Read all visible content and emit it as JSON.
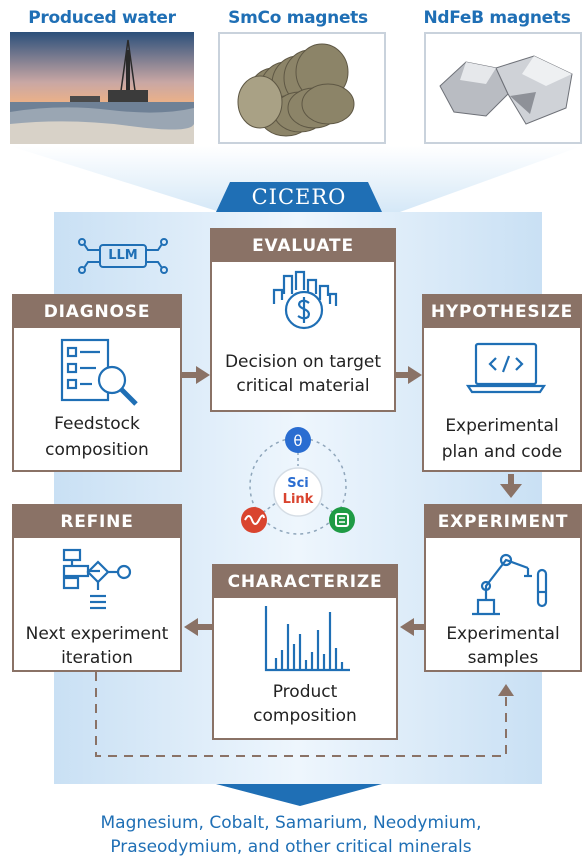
{
  "sources": {
    "produced_water": "Produced water",
    "smco": "SmCo magnets",
    "ndfeb": "NdFeB magnets"
  },
  "framework": {
    "title": "CICERO",
    "llm_label": "LLM"
  },
  "cards": {
    "evaluate": {
      "title": "EVALUATE",
      "line1": "Decision on target",
      "line2": "critical material",
      "icon": "dollar-city-icon"
    },
    "diagnose": {
      "title": "DIAGNOSE",
      "line1": "Feedstock",
      "line2": "composition",
      "icon": "document-search-icon"
    },
    "hypothesize": {
      "title": "HYPOTHESIZE",
      "line1": "Experimental",
      "line2": "plan and code",
      "icon": "laptop-code-icon"
    },
    "experiment": {
      "title": "EXPERIMENT",
      "line1": "Experimental",
      "line2": "samples",
      "icon": "robot-arm-icon"
    },
    "refine": {
      "title": "REFINE",
      "line1": "Next experiment",
      "line2": "iteration",
      "icon": "flowchart-icon"
    },
    "characterize": {
      "title": "CHARACTERIZE",
      "line1": "Product",
      "line2": "composition",
      "icon": "spectrum-icon"
    }
  },
  "scilink": {
    "line1": "Sci",
    "line2": "Link",
    "top_symbol": "θ"
  },
  "output": {
    "line1": "Magnesium, Cobalt, Samarium, Neodymium,",
    "line2": "Praseodymium, and other critical minerals"
  },
  "colors": {
    "brown": "#8a7266",
    "blue": "#1f6fb5",
    "panel": "#d5e8f7",
    "scilink_blue": "#2a6dd1",
    "scilink_red": "#d9442f",
    "scilink_green": "#1f9b45"
  }
}
